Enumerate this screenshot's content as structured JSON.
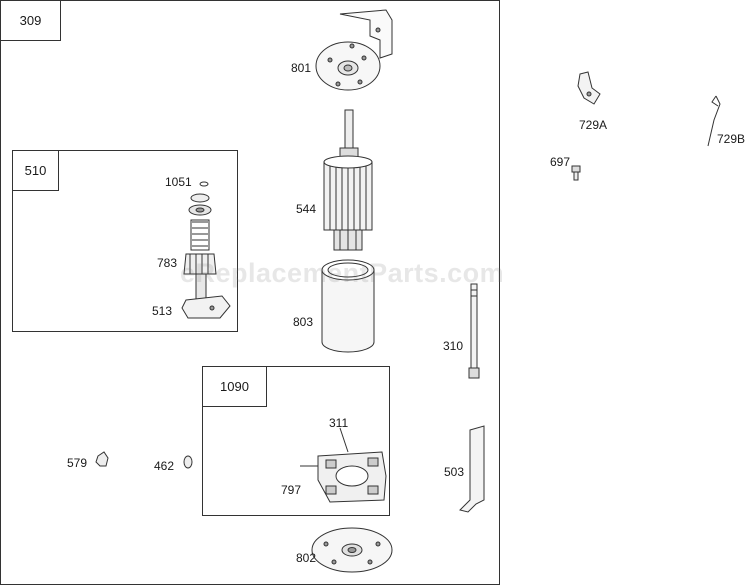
{
  "frames": {
    "outer": "309",
    "starter_drive": "510",
    "brush_assembly": "1090"
  },
  "parts": {
    "p801": "801",
    "p544": "544",
    "p803": "803",
    "p1051": "1051",
    "p783": "783",
    "p513": "513",
    "p729A": "729A",
    "p729B": "729B",
    "p697": "697",
    "p310": "310",
    "p311": "311",
    "p797": "797",
    "p579": "579",
    "p462": "462",
    "p503": "503",
    "p802": "802"
  },
  "watermark": "eReplacementParts.com",
  "colors": {
    "line": "#333333",
    "watermark": "#787878"
  }
}
